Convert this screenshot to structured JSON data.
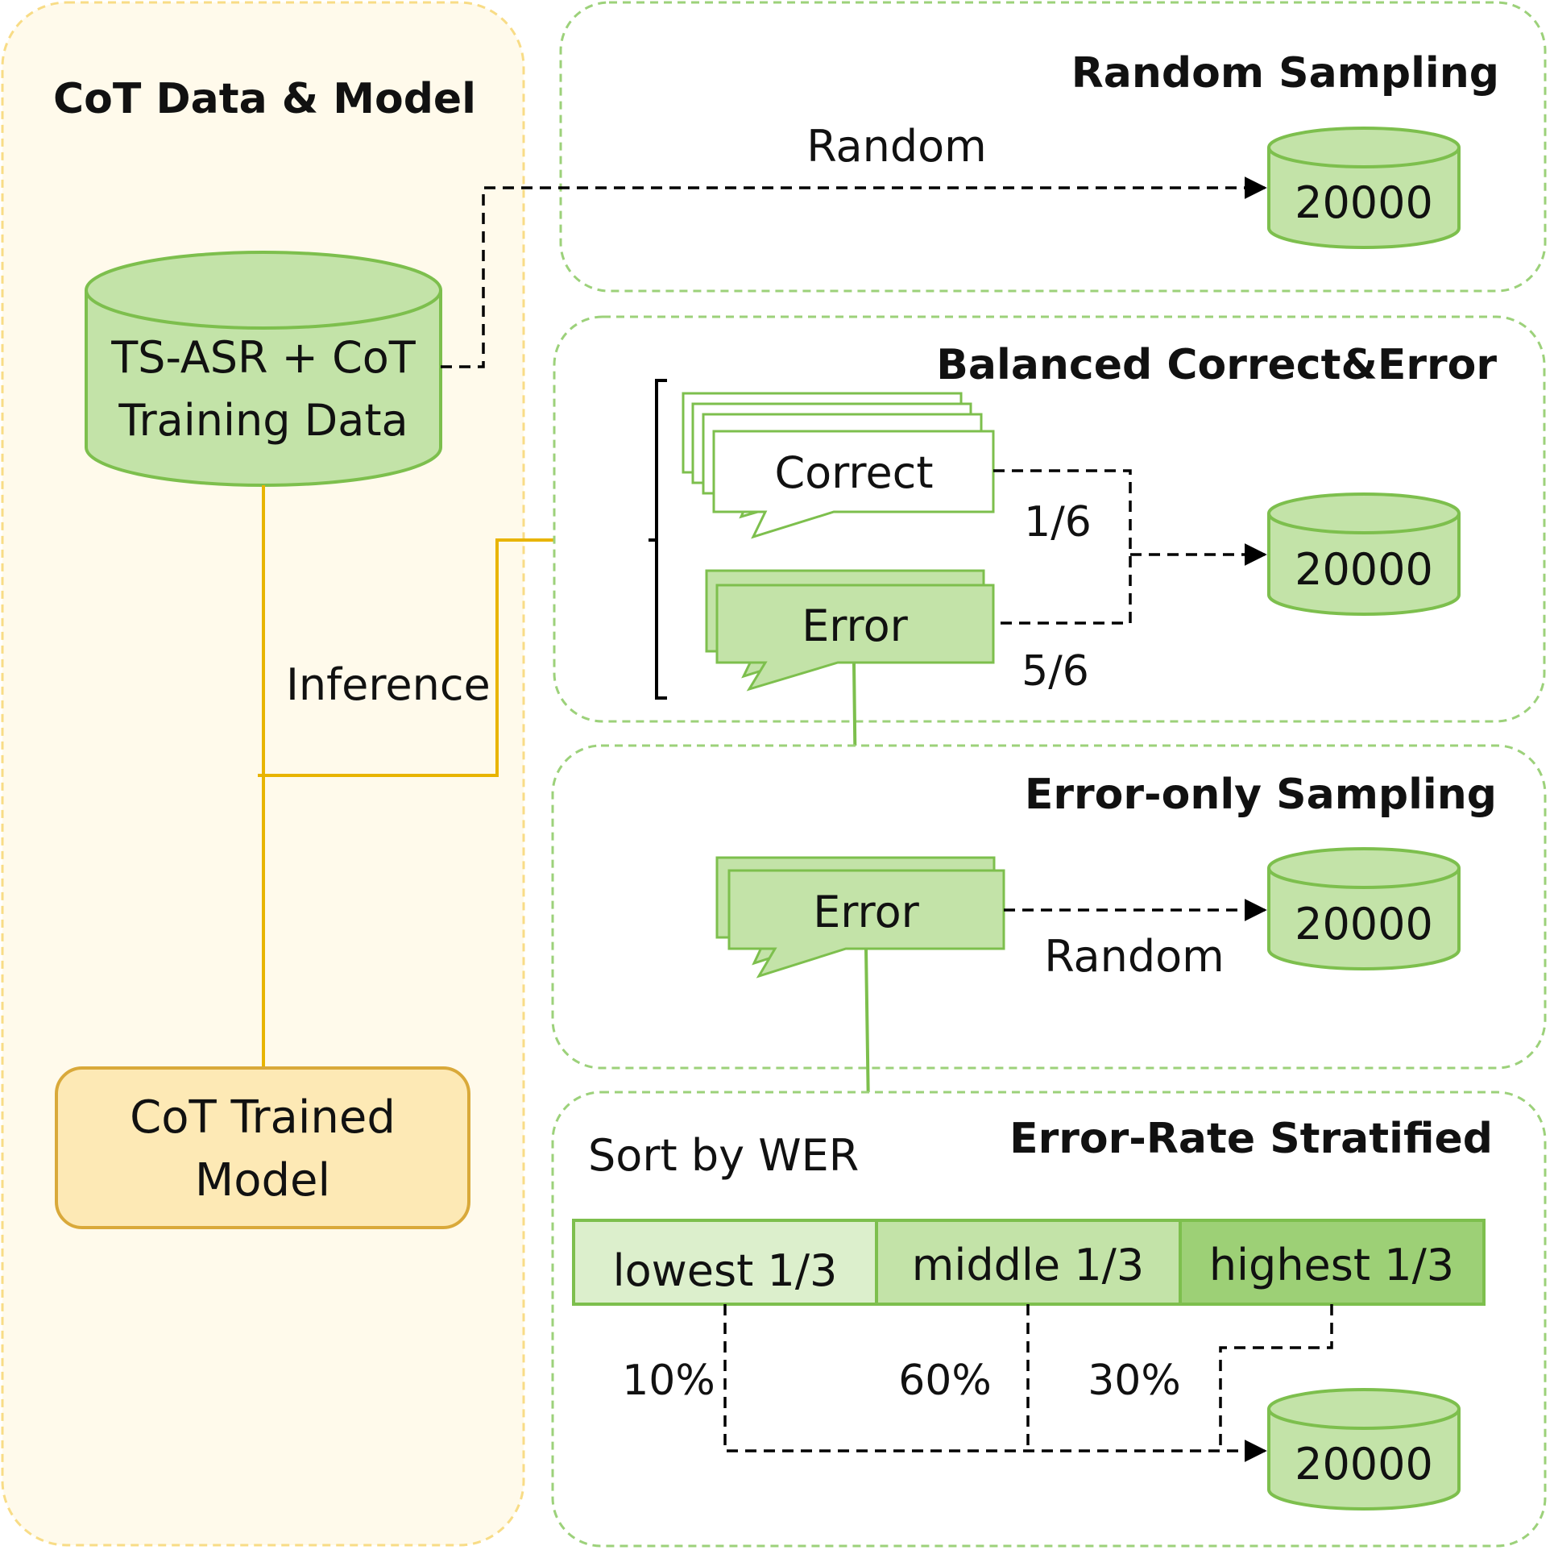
{
  "left_panel": {
    "title": "CoT Data & Model",
    "training_data_line1": "TS-ASR + CoT",
    "training_data_line2": "Training Data",
    "inference_label": "Inference",
    "model_line1": "CoT Trained",
    "model_line2": "Model"
  },
  "random_sampling": {
    "title": "Random Sampling",
    "arrow_label": "Random",
    "output_count": "20000"
  },
  "balanced": {
    "title": "Balanced Correct&Error",
    "correct_label": "Correct",
    "error_label": "Error",
    "correct_ratio": "1/6",
    "error_ratio": "5/6",
    "output_count": "20000"
  },
  "error_only": {
    "title": "Error-only Sampling",
    "error_label": "Error",
    "arrow_label": "Random",
    "output_count": "20000"
  },
  "stratified": {
    "title": "Error-Rate Stratified",
    "sort_label": "Sort by WER",
    "segments": [
      "lowest 1/3",
      "middle 1/3",
      "highest 1/3"
    ],
    "percentages": [
      "10%",
      "60%",
      "30%"
    ],
    "output_count": "20000"
  },
  "colors": {
    "green_fill": "#c3e3a8",
    "green_stroke": "#7dbf4d",
    "yellow_line": "#e8b400",
    "left_panel_fill": "#fffaeb",
    "left_panel_stroke": "#f8dc86",
    "model_fill": "#fde9b5",
    "model_stroke": "#d9a93a"
  }
}
